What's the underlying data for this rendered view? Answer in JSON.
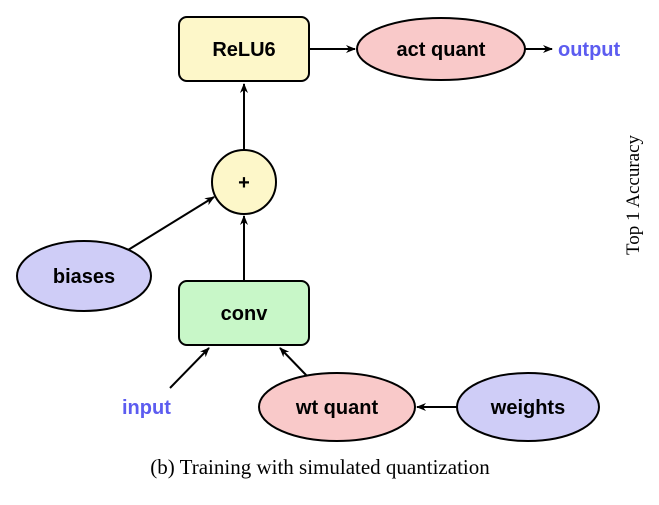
{
  "nodes": {
    "relu6": "ReLU6",
    "act_quant": "act quant",
    "add": "+",
    "biases": "biases",
    "conv": "conv",
    "wt_quant": "wt quant",
    "weights": "weights"
  },
  "io": {
    "input": "input",
    "output": "output"
  },
  "side_label": "Top 1 Accuracy",
  "caption": "(b) Training with simulated quantization",
  "colors": {
    "op_box": "#fdf7c9",
    "conv_box": "#c8f7c8",
    "quant_ellipse": "#f9c9c9",
    "param_ellipse": "#cfcdf7",
    "io_text": "#5c5cf0"
  }
}
